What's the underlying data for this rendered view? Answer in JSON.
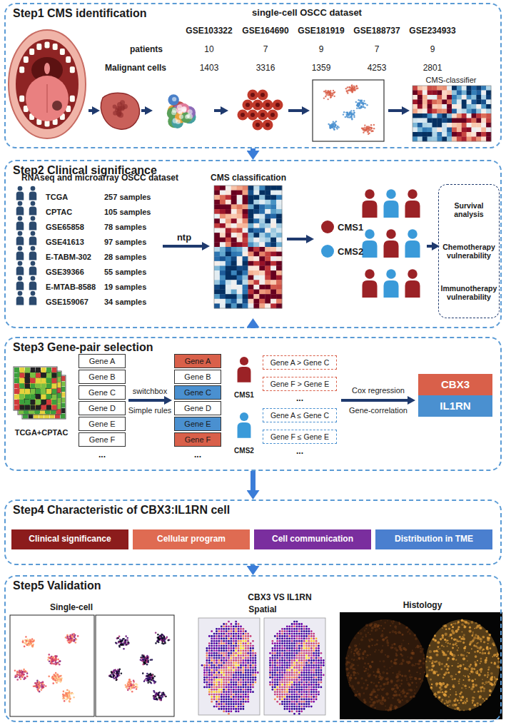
{
  "diagram": {
    "nodes": [
      {
        "text": [
          "Step1 CMS identification"
        ]
      },
      {
        "text": [
          "Step2 Clinical significance"
        ]
      },
      {
        "text": [
          "Survival analysis",
          "Chemotherapy vulnerability",
          "Immunotherapy vulnerability"
        ],
        "in": 1
      },
      {
        "text": [
          "Step3 Gene-pair selection"
        ]
      },
      {
        "text": [
          "Gene A"
        ],
        "in": 3
      },
      {
        "text": [
          "Gene B"
        ],
        "in": 3
      },
      {
        "text": [
          "Gene C"
        ],
        "in": 3
      },
      {
        "text": [
          "Gene D"
        ],
        "in": 3
      },
      {
        "text": [
          "Gene E"
        ],
        "in": 3
      },
      {
        "text": [
          "Gene F"
        ],
        "in": 3
      },
      {
        "text": [
          "Gene A"
        ],
        "in": 3
      },
      {
        "text": [
          "Gene B"
        ],
        "in": 3
      },
      {
        "text": [
          "Gene C"
        ],
        "in": 3
      },
      {
        "text": [
          "Gene D"
        ],
        "in": 3
      },
      {
        "text": [
          "Gene E"
        ],
        "in": 3
      },
      {
        "text": [
          "Gene F"
        ],
        "in": 3
      },
      {
        "text": [
          "Gene A > Gene C"
        ],
        "in": 3
      },
      {
        "text": [
          "Gene F > Gene E"
        ],
        "in": 3
      },
      {
        "text": [
          "Gene A ≤ Gene C"
        ],
        "in": 3
      },
      {
        "text": [
          "Gene F ≤ Gene E"
        ],
        "in": 3
      },
      {
        "text": [
          "CBX3"
        ],
        "in": 3
      },
      {
        "text": [
          "IL1RN"
        ],
        "in": 3
      },
      {
        "text": [
          "Step4 Characteristic of CBX3:IL1RN cell"
        ]
      },
      {
        "text": [
          "Clinical significance"
        ],
        "in": 22
      },
      {
        "text": [
          "Cellular program"
        ],
        "in": 22
      },
      {
        "text": [
          "Cell communication"
        ],
        "in": 22
      },
      {
        "text": [
          "Distribution in TME"
        ],
        "in": 22
      },
      {
        "text": [
          "Step5 Validation"
        ]
      }
    ],
    "edges": [
      {
        "from": 0,
        "to": 1,
        "arrow": "to"
      },
      {
        "from": 1,
        "to": 3,
        "arrow": "to"
      },
      {
        "from": 3,
        "to": 22,
        "arrow": "to"
      },
      {
        "from": 22,
        "to": 27,
        "arrow": "to"
      }
    ],
    "labels": [
      "single-cell OSCC dataset",
      "GSE103322",
      "GSE164690",
      "GSE181919",
      "GSE188737",
      "GSE234933",
      "patients",
      "10",
      "7",
      "9",
      "7",
      "9",
      "Malignant cells",
      "1403",
      "3316",
      "1359",
      "4253",
      "2801",
      "CMS-classifier",
      "RNAseq and microarray OSCC dataset",
      "TCGA",
      "257 samples",
      "CPTAC",
      "105 samples",
      "GSE65858",
      "78 samples",
      "GSE41613",
      "97 samples",
      "E-TABM-302",
      "28 samples",
      "GSE39366",
      "55 samples",
      "E-MTAB-8588",
      "19 samples",
      "GSE159067",
      "34 samples",
      "ntp",
      "CMS classification",
      "TCGA+CPTAC",
      "...",
      "switchbox",
      "Simple rules",
      "...",
      "CMS1",
      "CMS2",
      "...",
      "...",
      "Cox regression",
      "Gene-correlation",
      "CBX3 VS IL1RN",
      "Single-cell",
      "Spatial",
      "Histology"
    ],
    "legend": [
      {
        "text": "CMS1",
        "color": "#9b2226"
      },
      {
        "text": "CMS2",
        "color": "#3a9ad9"
      }
    ]
  }
}
